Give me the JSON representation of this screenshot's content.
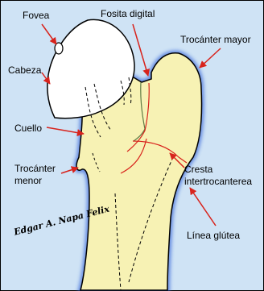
{
  "labels": {
    "fovea": "Fovea",
    "fosita_digital": "Fosita digital",
    "trocanter_mayor": "Trocánter mayor",
    "cabeza": "Cabeza",
    "cuello": "Cuello",
    "trocanter_menor_line1": "Trocánter",
    "trocanter_menor_line2": "menor",
    "cresta_line1": "Cresta",
    "cresta_line2": "intertrocanterea",
    "linea_glutea": "Línea glútea"
  },
  "signature": "Edgar A. Napa Felix",
  "colors": {
    "background": "#cfe3f5",
    "bone": "#f7f2b4",
    "head": "#ffffff",
    "arrow": "#d8231c",
    "outline": "#000000"
  }
}
